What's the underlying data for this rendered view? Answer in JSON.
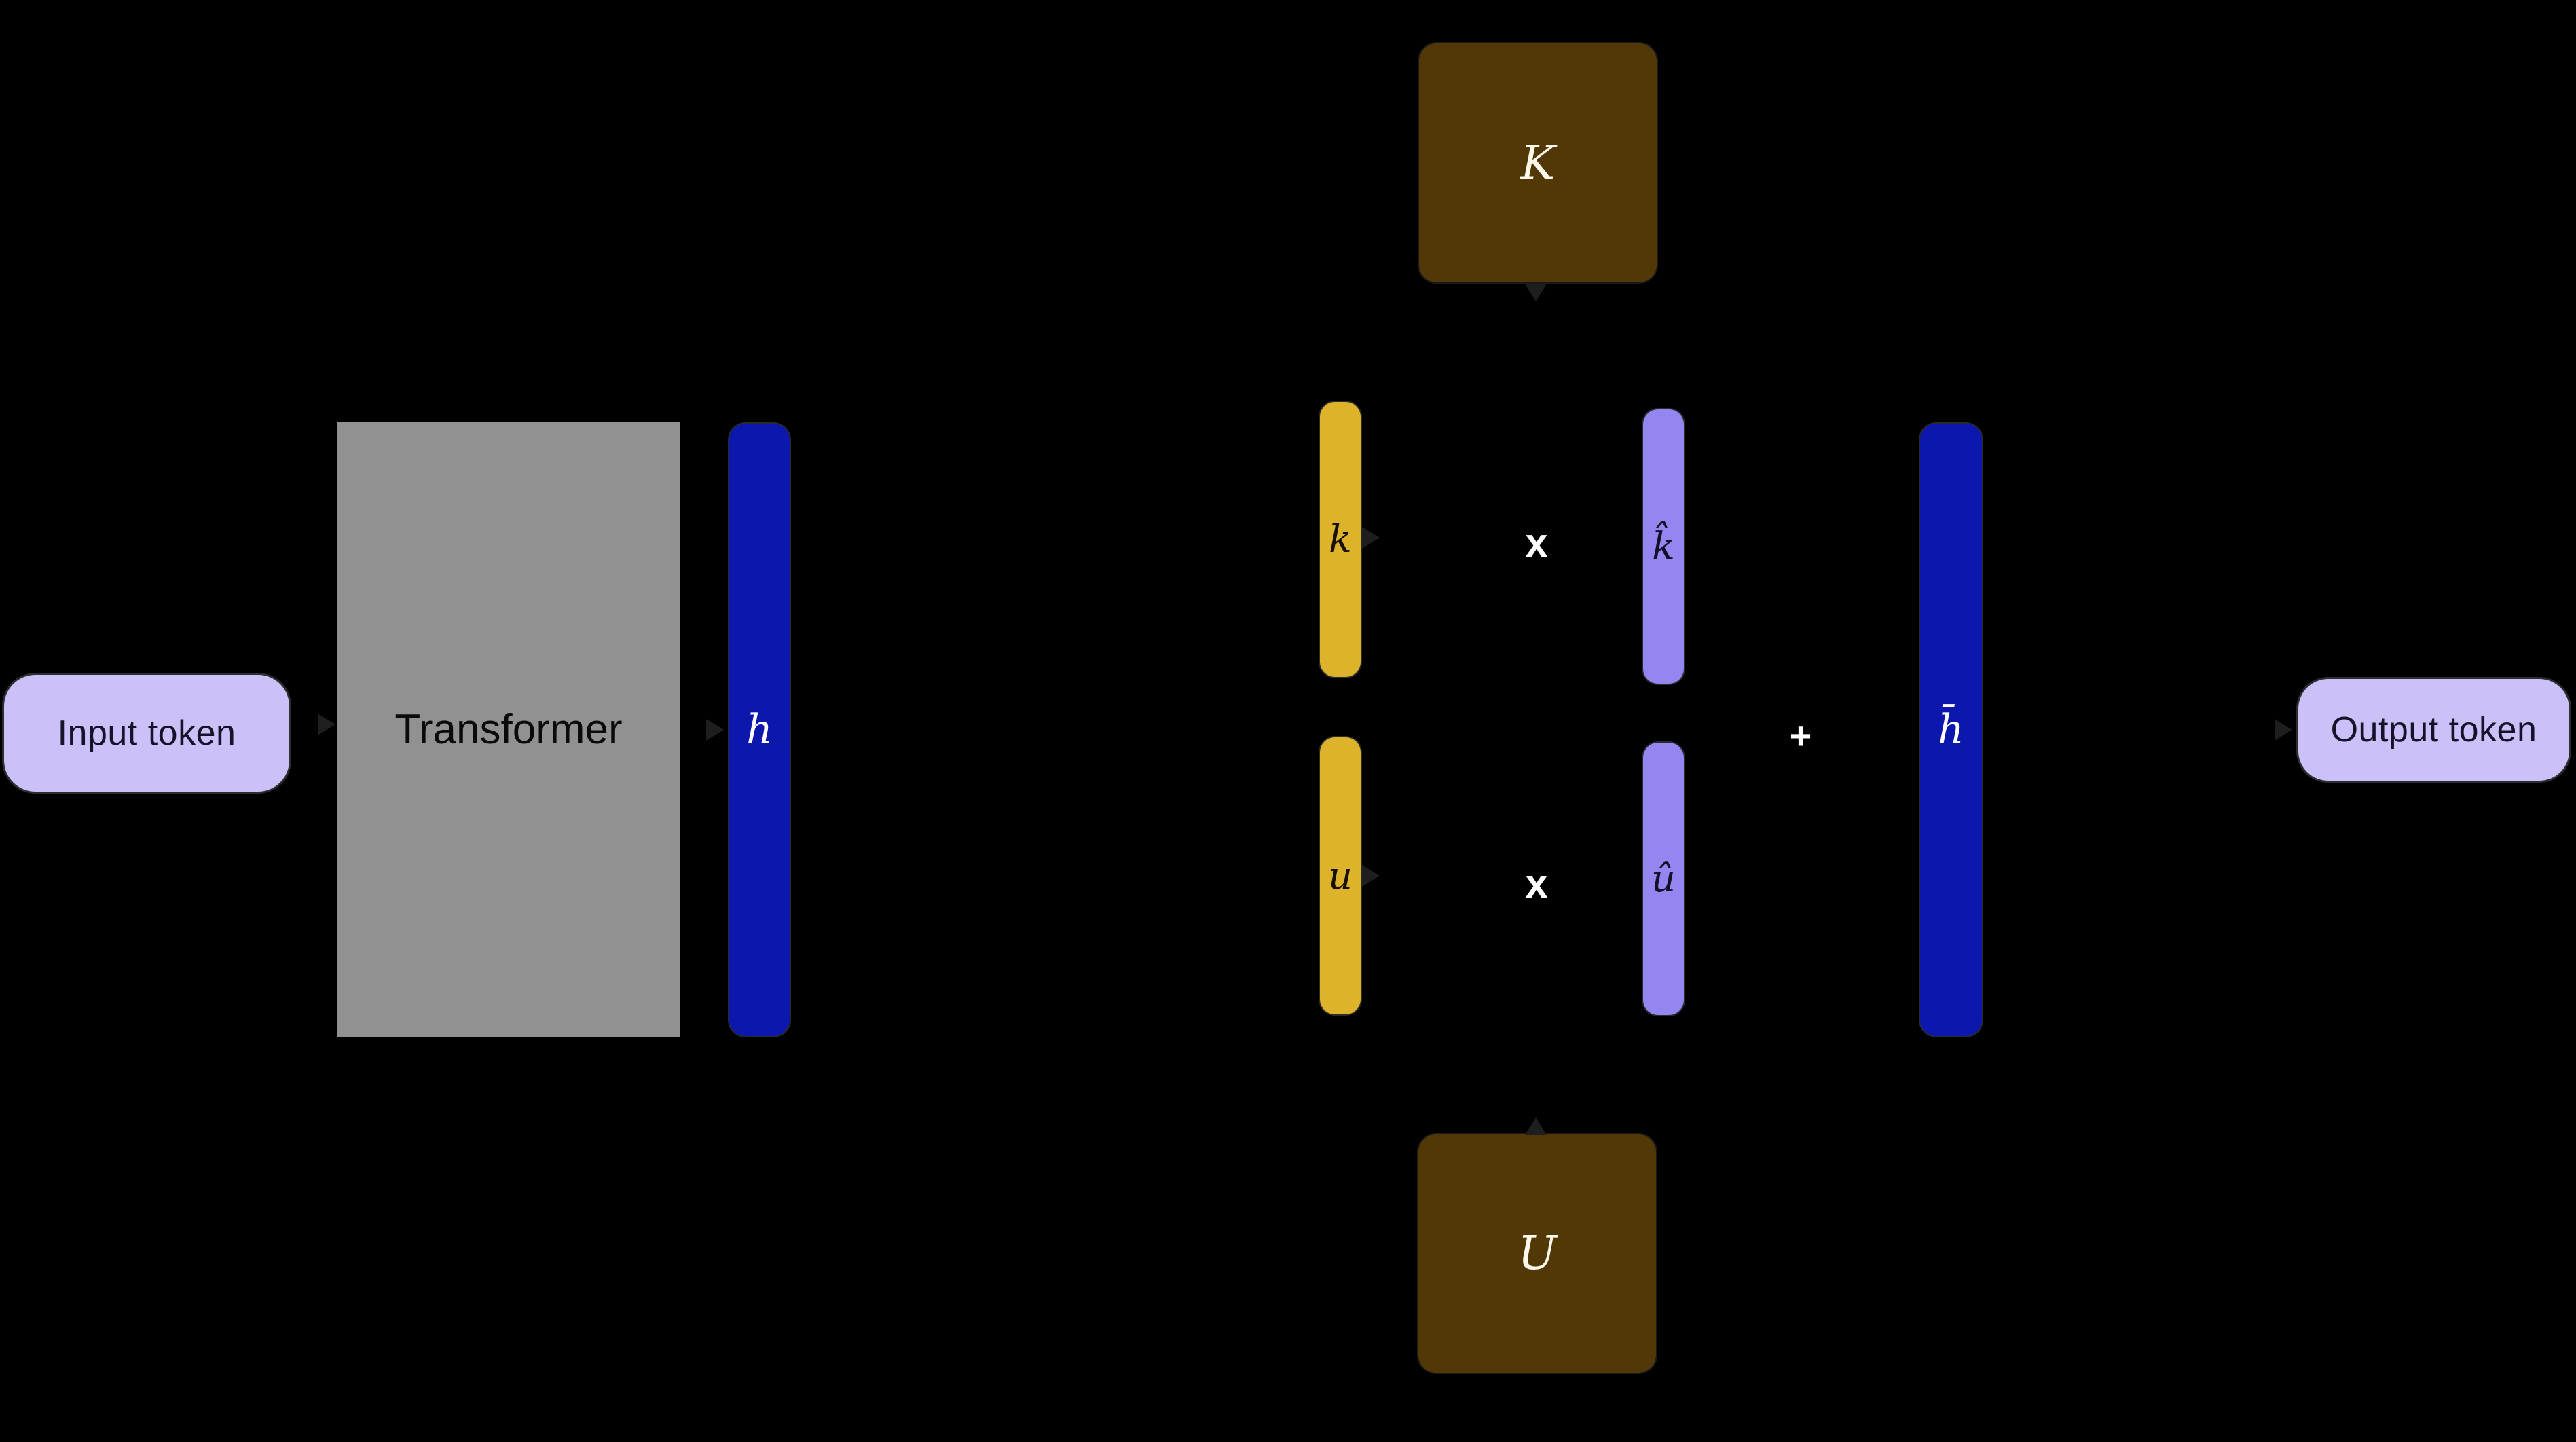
{
  "diagram": {
    "background": "#000000",
    "nodes": {
      "input_token": {
        "label": "Input token",
        "fill": "#cbc0f8",
        "text_color": "#16122a"
      },
      "transformer": {
        "label": "Transformer",
        "fill": "#919191",
        "text_color": "#0a0a0a"
      },
      "h_vector": {
        "label": "h",
        "fill": "#0b17ad",
        "text_color": "#ffffff"
      },
      "K_matrix": {
        "label": "K",
        "fill": "#523806",
        "text_color": "#fdf8ec"
      },
      "k_vector": {
        "label": "k",
        "fill": "#dcb32b",
        "text_color": "#191204"
      },
      "u_vector": {
        "label": "u",
        "fill": "#dcb32b",
        "text_color": "#191204"
      },
      "k_hat_vector": {
        "label": "k̂",
        "fill": "#9486f1",
        "text_color": "#151029"
      },
      "u_hat_vector": {
        "label": "û",
        "fill": "#9486f1",
        "text_color": "#151029"
      },
      "h_bar_vector": {
        "label": "h̄",
        "fill": "#0b17ad",
        "text_color": "#ffffff"
      },
      "U_matrix": {
        "label": "U",
        "fill": "#523806",
        "text_color": "#fdf8ec"
      },
      "output_token": {
        "label": "Output token",
        "fill": "#cbc0f8",
        "text_color": "#16122a"
      }
    },
    "operators": {
      "multiply_top": {
        "symbol": "x",
        "color": "#ffffff"
      },
      "multiply_bottom": {
        "symbol": "x",
        "color": "#ffffff"
      },
      "add": {
        "symbol": "+",
        "color": "#ffffff"
      }
    }
  }
}
